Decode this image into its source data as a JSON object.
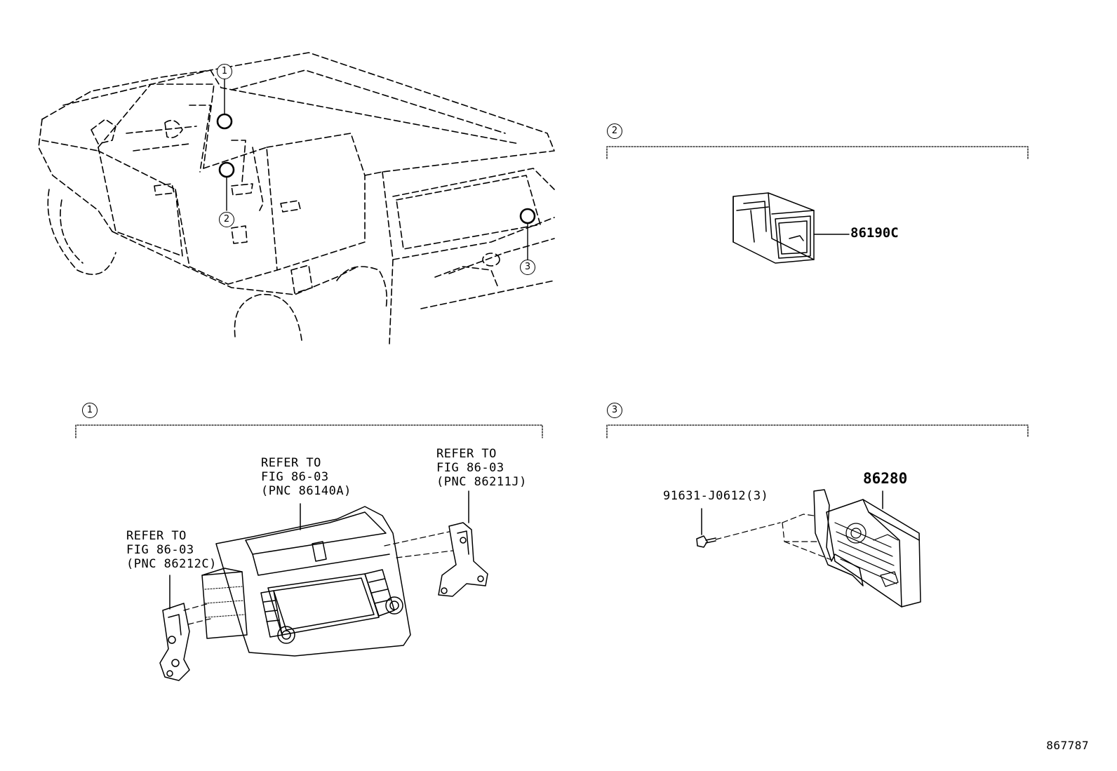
{
  "callouts": {
    "c1": "1",
    "c2": "2",
    "c3": "3"
  },
  "sections": {
    "s1": {
      "marker": "1"
    },
    "s2": {
      "marker": "2"
    },
    "s3": {
      "marker": "3"
    }
  },
  "part_labels": {
    "usb_port": "86190C",
    "amplifier": "86280",
    "screw": "91631-J0612(3)"
  },
  "refer_notes": {
    "center": "REFER TO\nFIG 86-03\n(PNC 86140A)",
    "right": "REFER TO\nFIG 86-03\n(PNC 86211J)",
    "left": "REFER TO\nFIG 86-03\n(PNC 86212C)"
  },
  "figure_id": "867787"
}
